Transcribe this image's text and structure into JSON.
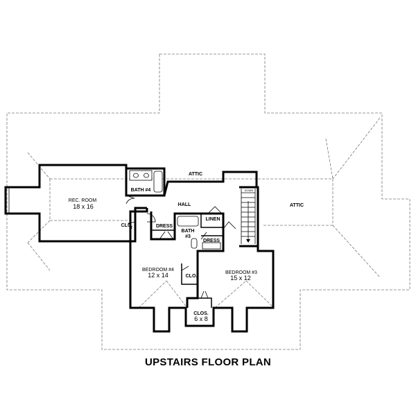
{
  "title": "UPSTAIRS FLOOR PLAN",
  "rooms": {
    "rec_room": {
      "name": "REC. ROOM",
      "size": "18 x 16"
    },
    "bath4": {
      "name": "BATH #4"
    },
    "attic_top": {
      "name": "ATTIC"
    },
    "attic_right": {
      "name": "ATTIC"
    },
    "hall": {
      "name": "HALL"
    },
    "clo_rec": {
      "name": "CLO."
    },
    "dress_left": {
      "name": "DRESS"
    },
    "bath3": {
      "name": "BATH",
      "number": "#3"
    },
    "linen": {
      "name": "LINEN"
    },
    "dress_right": {
      "name": "DRESS"
    },
    "bedroom4": {
      "name": "BEDROOM #4",
      "size": "12 x 14"
    },
    "clo_bed4": {
      "name": "CLO."
    },
    "bedroom3": {
      "name": "BEDROOM #3",
      "size": "15 x 12"
    },
    "closet": {
      "name": "CLOS.",
      "size": "6 x 8"
    },
    "stair": {
      "name": "DOWN"
    }
  }
}
